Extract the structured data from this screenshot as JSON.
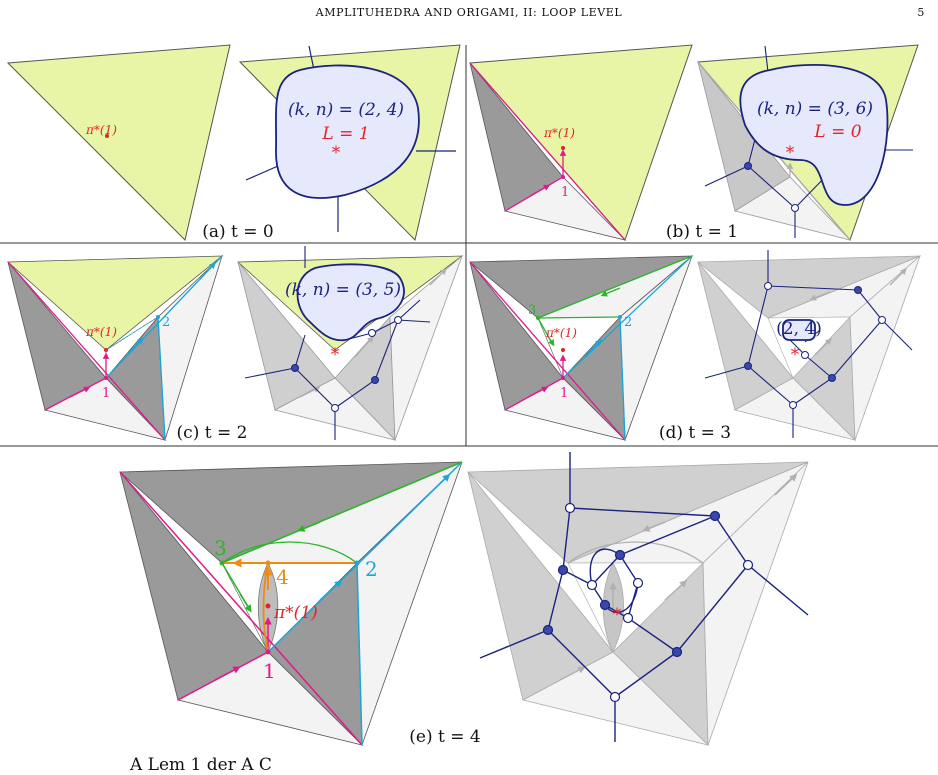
{
  "header": {
    "title": "AMPLITUHEDRA AND ORIGAMI, II: LOOP LEVEL",
    "page_number": "5"
  },
  "captions": {
    "a": "(a) t = 0",
    "b": "(b) t = 1",
    "c": "(c) t = 2",
    "d": "(d) t = 3",
    "e": "(e) t = 4"
  },
  "labels": {
    "pi_star": "π*(1)",
    "blob_a": "(k, n) = (2, 4)",
    "blob_a_L": "L = 1",
    "blob_b": "(k, n) = (3, 6)",
    "blob_b_L": "L = 0",
    "blob_c": "(k, n) = (3, 5)",
    "blob_d": "(2, 4)",
    "asterisk": "*",
    "v1": "1",
    "v2": "2",
    "v3": "3",
    "v4": "4"
  },
  "colors": {
    "yellow_fill": "#e9f5a6",
    "dark_gray": "#9a9a9a",
    "light_gray": "#f3f3f3",
    "magenta": "#e0198c",
    "cyan": "#1aa6d9",
    "green": "#2bb52b",
    "orange": "#f08a10",
    "navy": "#1a237e",
    "blob_fill": "#e6e8fb",
    "red": "#e0242a"
  },
  "footer_text": "A       Lem        1                                            der    A     C"
}
